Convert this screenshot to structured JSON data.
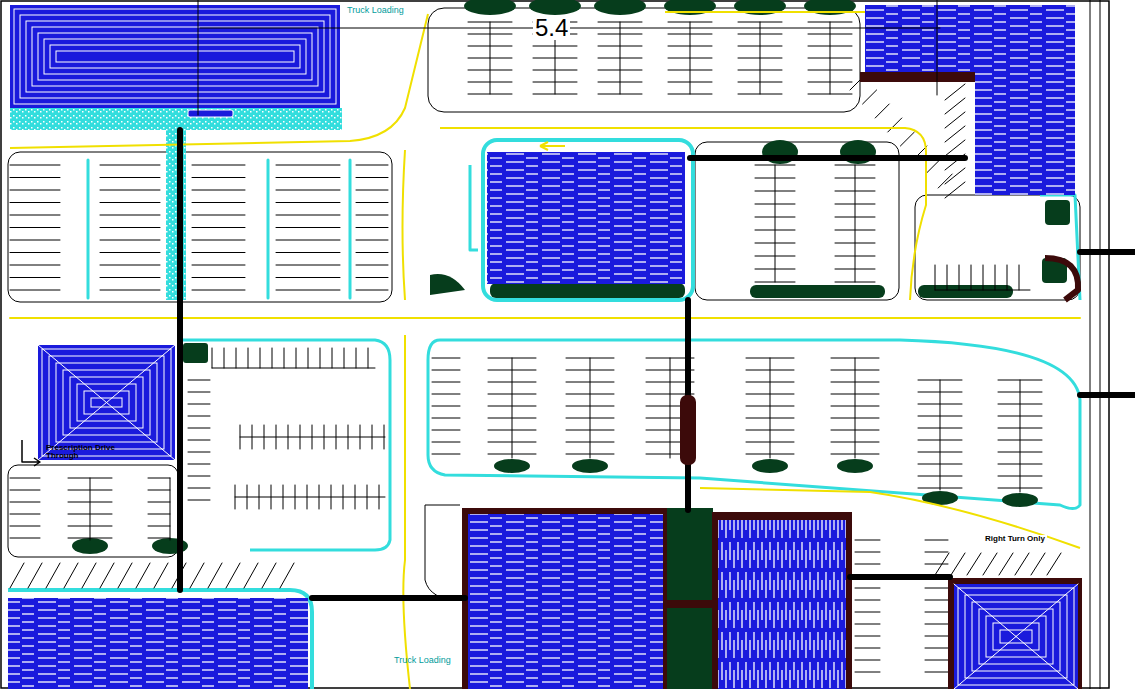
{
  "diagram": {
    "labels": [
      "Truck Loading",
      "5.4",
      "Prescription Drive Through",
      "Right Turn Only",
      "Truck Loading"
    ]
  }
}
